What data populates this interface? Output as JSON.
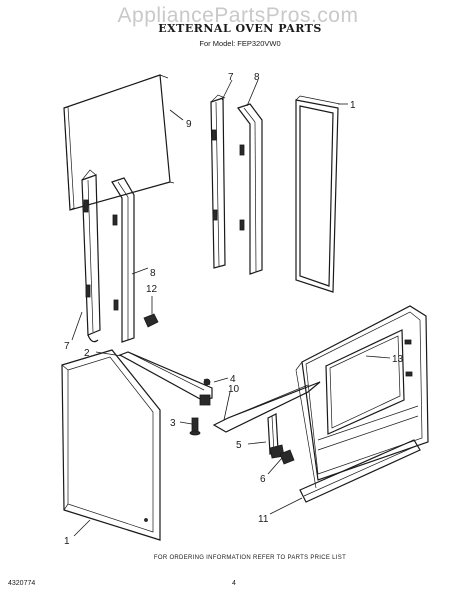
{
  "watermark": "AppliancePartsPros.com",
  "title": "EXTERNAL OVEN PARTS",
  "subtitle": "For Model: FEP320VW0",
  "footer": "FOR ORDERING INFORMATION REFER TO PARTS PRICE LIST",
  "doc_number": "4320774",
  "page_number": "4",
  "callouts": [
    {
      "id": "c9",
      "label": "9"
    },
    {
      "id": "c7a",
      "label": "7"
    },
    {
      "id": "c8a",
      "label": "8"
    },
    {
      "id": "c1a",
      "label": "1"
    },
    {
      "id": "c8b",
      "label": "8"
    },
    {
      "id": "c12",
      "label": "12"
    },
    {
      "id": "c7b",
      "label": "7"
    },
    {
      "id": "c2",
      "label": "2"
    },
    {
      "id": "c4",
      "label": "4"
    },
    {
      "id": "c10",
      "label": "10"
    },
    {
      "id": "c3",
      "label": "3"
    },
    {
      "id": "c13",
      "label": "13"
    },
    {
      "id": "c5",
      "label": "5"
    },
    {
      "id": "c6",
      "label": "6"
    },
    {
      "id": "c11",
      "label": "11"
    },
    {
      "id": "c1b",
      "label": "1"
    }
  ]
}
